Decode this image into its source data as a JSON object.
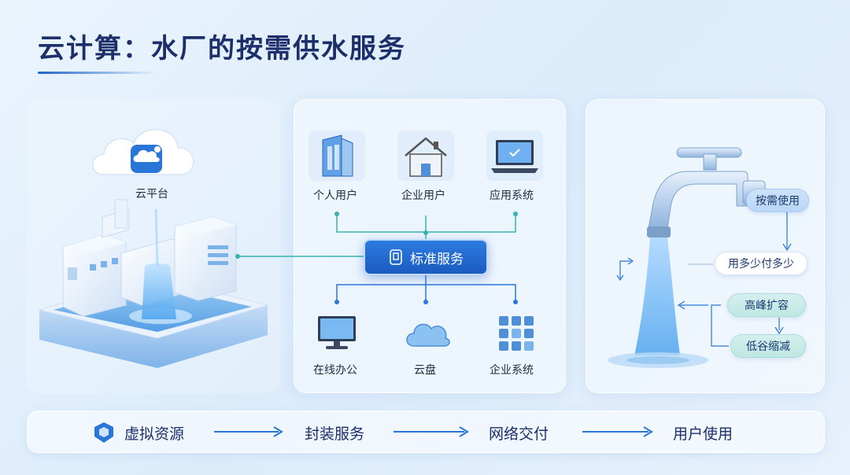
{
  "title": "云计算：水厂的按需供水服务",
  "left_panel": {
    "cloud_label": "云平台"
  },
  "middle_panel": {
    "center_button": "标准服务",
    "top_nodes": [
      {
        "label": "个人用户",
        "icon": "building-icon"
      },
      {
        "label": "企业用户",
        "icon": "house-icon"
      },
      {
        "label": "应用系统",
        "icon": "laptop-icon"
      }
    ],
    "bottom_nodes": [
      {
        "label": "在线办公",
        "icon": "desktop-monitor-icon"
      },
      {
        "label": "云盘",
        "icon": "cloud-icon"
      },
      {
        "label": "企业系统",
        "icon": "app-grid-icon"
      }
    ]
  },
  "right_panel": {
    "on_demand": "按需使用",
    "pay_per_use": "用多少付多少",
    "peak_scale_up": "高峰扩容",
    "valley_scale_down": "低谷缩减"
  },
  "flow": {
    "steps": [
      "虚拟资源",
      "封装服务",
      "网络交付",
      "用户使用"
    ]
  },
  "colors": {
    "primary_blue": "#1f64c8",
    "title_navy": "#1c2f6b",
    "teal": "#2fb8b0"
  }
}
